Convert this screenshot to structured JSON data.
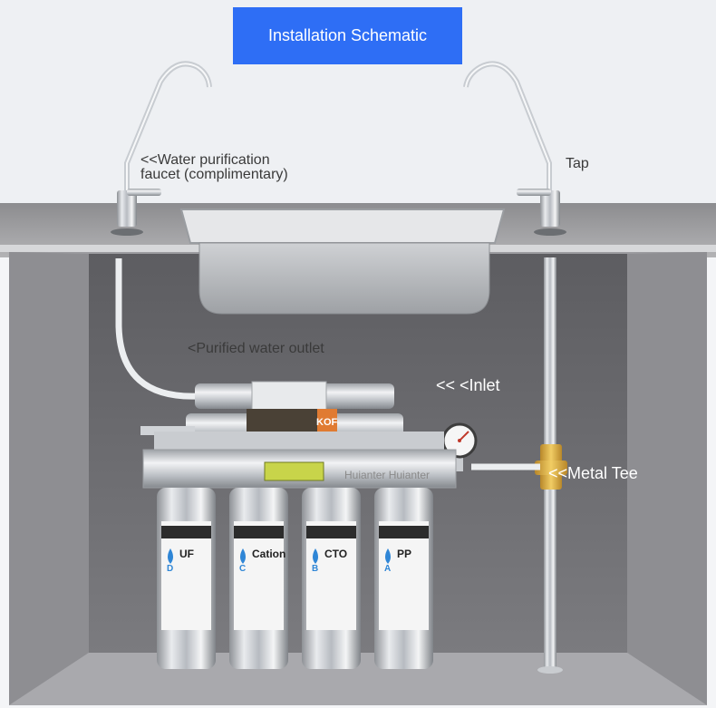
{
  "title": "Installation Schematic",
  "labels": {
    "faucet_line1": "<<Water purification",
    "faucet_line2": "faucet (complimentary)",
    "tap": "Tap",
    "outlet": "<Purified water outlet",
    "inlet": "<< <Inlet",
    "metal_tee": "<<Metal Tee"
  },
  "unit_brand": "Huianter Huianter",
  "cartridge_badge": "KOF",
  "cartridges": [
    {
      "name": "UF",
      "letter": "D"
    },
    {
      "name": "Cation",
      "letter": "C"
    },
    {
      "name": "CTO",
      "letter": "B"
    },
    {
      "name": "PP",
      "letter": "A"
    }
  ],
  "colors": {
    "title_bg": "#2e6ef5",
    "cabinet": "#6f6f73",
    "brass": "#d9a933",
    "water_drop": "#2f86d6"
  }
}
